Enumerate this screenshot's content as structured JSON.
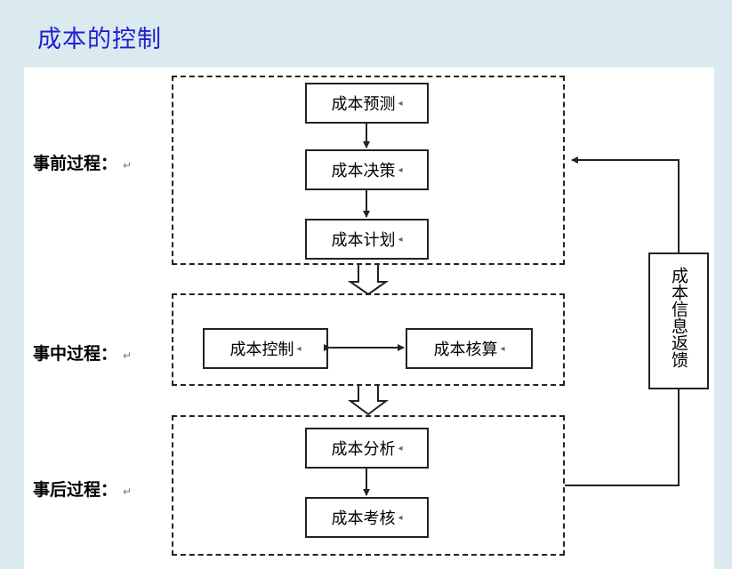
{
  "title": "成本的控制",
  "stages": {
    "before": {
      "label": "事前过程：",
      "mark": "↵"
    },
    "during": {
      "label": "事中过程：",
      "mark": "↵"
    },
    "after": {
      "label": "事后过程：",
      "mark": "↵"
    }
  },
  "boxes": {
    "forecast": "成本预测",
    "decision": "成本决策",
    "plan": "成本计划",
    "control": "成本控制",
    "accounting": "成本核算",
    "analysis": "成本分析",
    "assessment": "成本考核",
    "feedback": "成本信息返馈"
  },
  "box_mark": "◂",
  "colors": {
    "background": "#daeaee",
    "title": "#1f1fd0",
    "panel": "#ffffff",
    "line": "#222222"
  }
}
